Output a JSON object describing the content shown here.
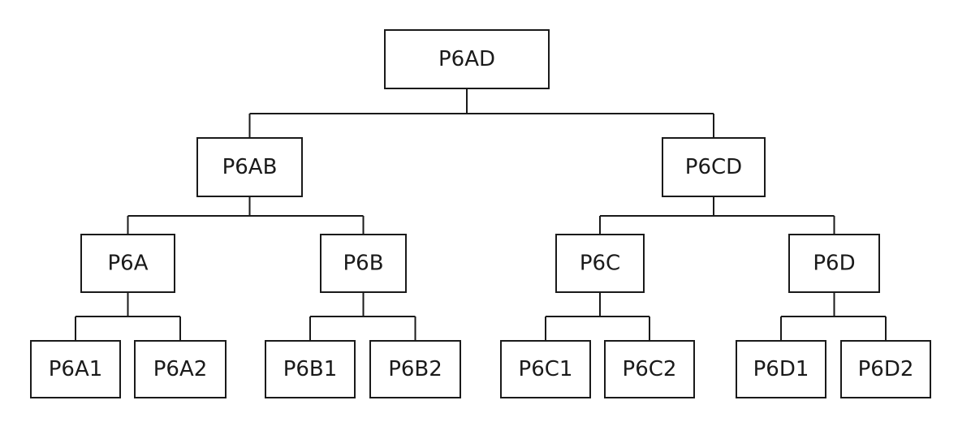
{
  "diagram": {
    "nodes": [
      {
        "id": "P6AD",
        "label": "P6AD"
      },
      {
        "id": "P6AB",
        "label": "P6AB"
      },
      {
        "id": "P6CD",
        "label": "P6CD"
      },
      {
        "id": "P6A",
        "label": "P6A"
      },
      {
        "id": "P6B",
        "label": "P6B"
      },
      {
        "id": "P6C",
        "label": "P6C"
      },
      {
        "id": "P6D",
        "label": "P6D"
      },
      {
        "id": "P6A1",
        "label": "P6A1"
      },
      {
        "id": "P6A2",
        "label": "P6A2"
      },
      {
        "id": "P6B1",
        "label": "P6B1"
      },
      {
        "id": "P6B2",
        "label": "P6B2"
      },
      {
        "id": "P6C1",
        "label": "P6C1"
      },
      {
        "id": "P6C2",
        "label": "P6C2"
      },
      {
        "id": "P6D1",
        "label": "P6D1"
      },
      {
        "id": "P6D2",
        "label": "P6D2"
      }
    ],
    "edges": [
      {
        "parent": "P6AD",
        "children": [
          "P6AB",
          "P6CD"
        ]
      },
      {
        "parent": "P6AB",
        "children": [
          "P6A",
          "P6B"
        ]
      },
      {
        "parent": "P6CD",
        "children": [
          "P6C",
          "P6D"
        ]
      },
      {
        "parent": "P6A",
        "children": [
          "P6A1",
          "P6A2"
        ]
      },
      {
        "parent": "P6B",
        "children": [
          "P6B1",
          "P6B2"
        ]
      },
      {
        "parent": "P6C",
        "children": [
          "P6C1",
          "P6C2"
        ]
      },
      {
        "parent": "P6D",
        "children": [
          "P6D1",
          "P6D2"
        ]
      }
    ]
  }
}
